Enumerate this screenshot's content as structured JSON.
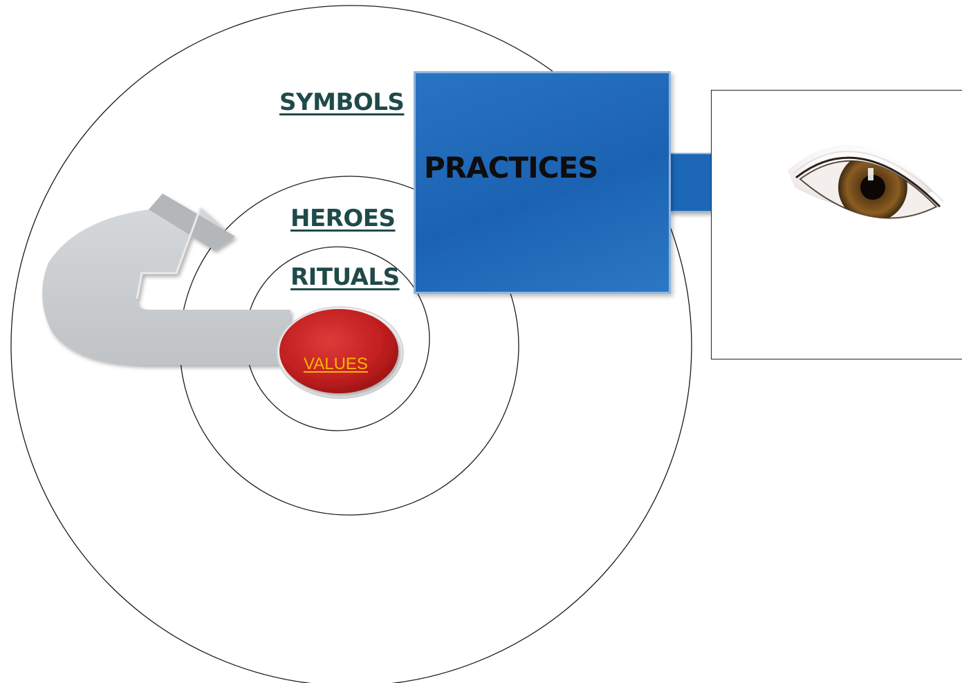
{
  "diagram": {
    "layers": {
      "symbols": "SYMBOLS",
      "heroes": "HEROES",
      "rituals": "RITUALS",
      "practices": "PRACTICES",
      "values": "VALUES"
    },
    "icons": {
      "return_arrow": "curved-return-arrow-icon",
      "eye": "eye-icon",
      "practices_arrow": "right-arrow-icon"
    },
    "colors": {
      "practices_blue": "#1b62b3",
      "values_red": "#c01f1f",
      "values_text": "#f5b800",
      "layer_label": "#1f4a4a",
      "arrow_gray": "#c9cdd0"
    }
  }
}
